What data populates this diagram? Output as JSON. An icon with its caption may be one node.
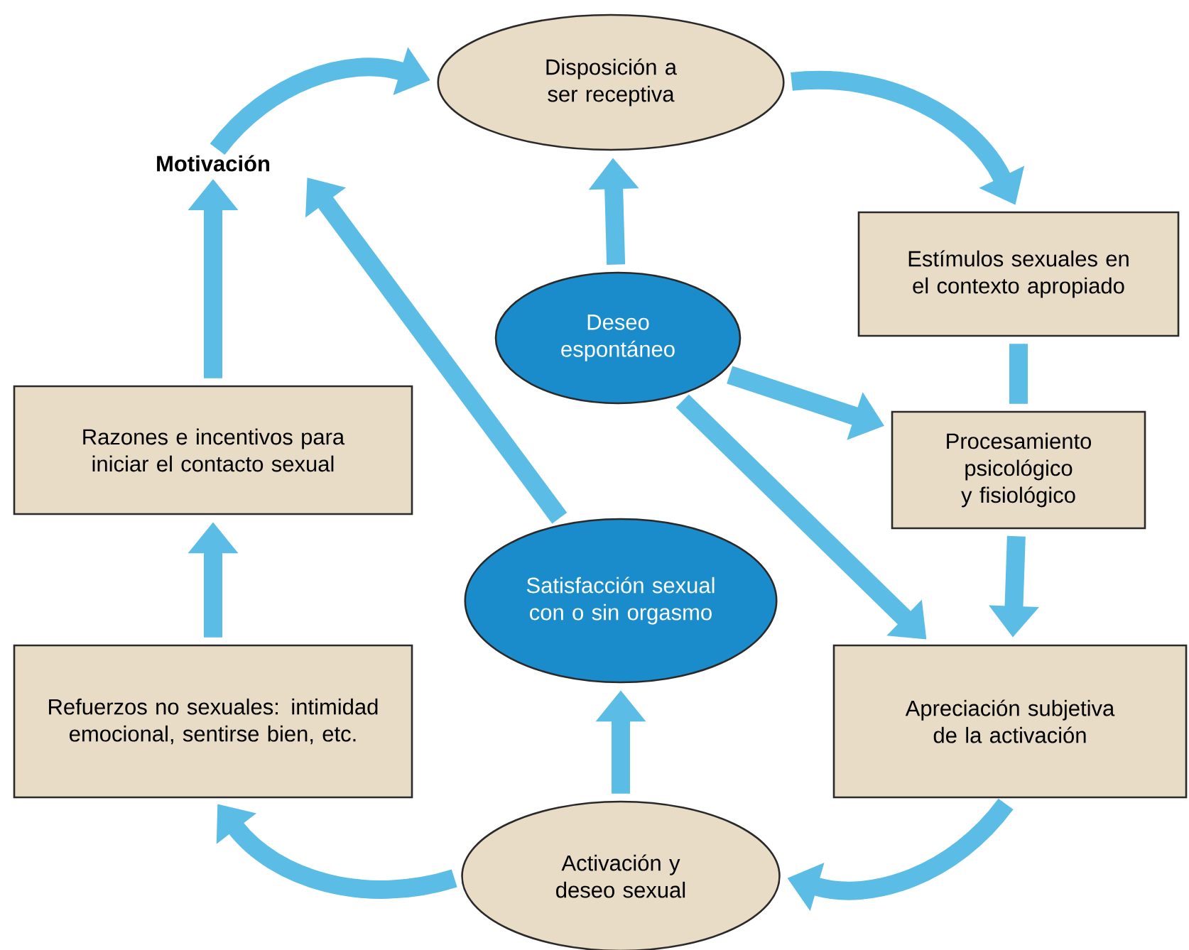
{
  "diagram": {
    "nodes": [
      {
        "text": [
          "Motivación"
        ]
      },
      {
        "text": [
          "Disposición a ser receptiva"
        ]
      },
      {
        "text": [
          "Estímulos sexuales en el contexto apropiado"
        ]
      },
      {
        "text": [
          "Deseo espontáneo"
        ]
      },
      {
        "text": [
          "Razones e incentivos para iniciar el contacto sexual"
        ]
      },
      {
        "text": [
          "Procesamiento psicológico y fisiológico"
        ]
      },
      {
        "text": [
          "Satisfacción sexual con o sin orgasmo"
        ]
      },
      {
        "text": [
          "Refuerzos no sexuales: intimidad emocional, sentirse bien, etc."
        ]
      },
      {
        "text": [
          "Apreciación subjetiva de la activación"
        ]
      },
      {
        "text": [
          "Activación y deseo sexual"
        ]
      }
    ],
    "edges": [
      {
        "from": 0,
        "to": 1,
        "arrow": "to"
      },
      {
        "from": 1,
        "to": 2,
        "arrow": "to"
      },
      {
        "from": 2,
        "to": 5,
        "arrow": "none"
      },
      {
        "from": 5,
        "to": 8,
        "arrow": "to"
      },
      {
        "from": 3,
        "to": 1,
        "arrow": "to"
      },
      {
        "from": 3,
        "to": 5,
        "arrow": "to"
      },
      {
        "from": 3,
        "to": 8,
        "arrow": "to"
      },
      {
        "from": 6,
        "to": 0,
        "arrow": "to"
      },
      {
        "from": 8,
        "to": 9,
        "arrow": "to"
      },
      {
        "from": 9,
        "to": 6,
        "arrow": "to"
      },
      {
        "from": 9,
        "to": 7,
        "arrow": "to"
      },
      {
        "from": 7,
        "to": 4,
        "arrow": "to"
      },
      {
        "from": 4,
        "to": 0,
        "arrow": "to"
      }
    ]
  }
}
